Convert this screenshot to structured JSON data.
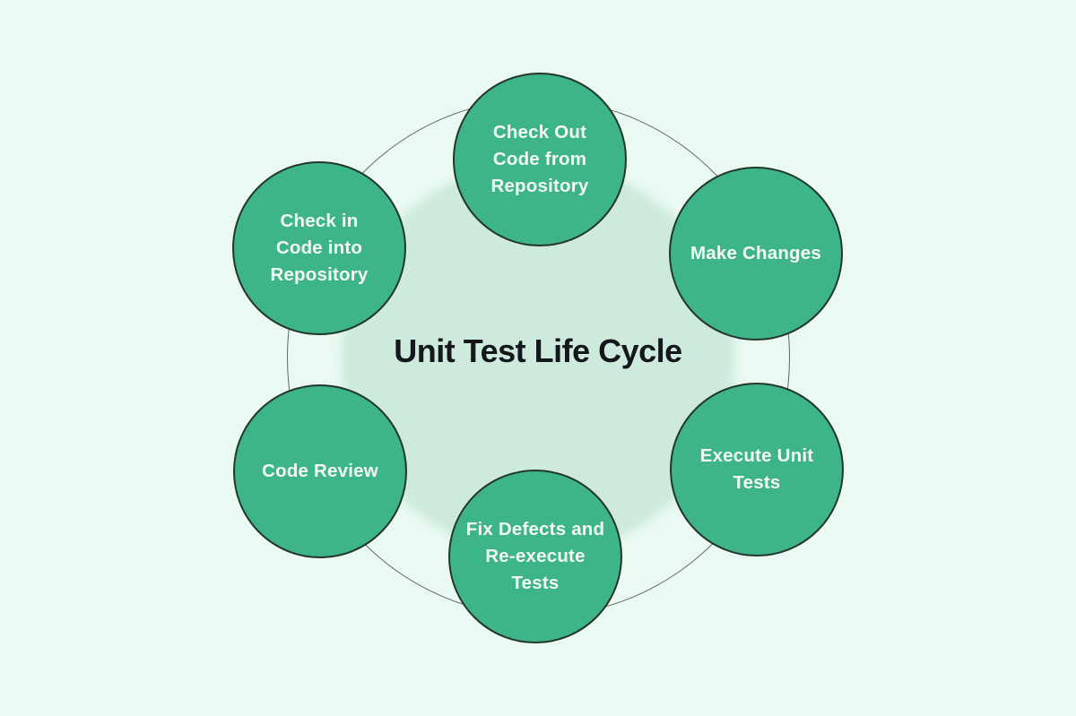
{
  "diagram": {
    "title": "Unit Test Life Cycle",
    "colors": {
      "background": "#eafaf3",
      "center_circle_fill": "#cdeadc",
      "node_fill": "#3eb489",
      "node_border": "#22362d",
      "ring_stroke": "#5f6a64",
      "title_text": "#14181c",
      "node_text": "#f3faf6"
    },
    "nodes": [
      {
        "id": "check-out-code",
        "label": "Check Out Code from Repository",
        "lines": [
          "Check Out",
          "Code from",
          "Repository"
        ]
      },
      {
        "id": "make-changes",
        "label": "Make Changes",
        "lines": [
          "Make Changes"
        ]
      },
      {
        "id": "execute-unit-tests",
        "label": "Execute Unit Tests",
        "lines": [
          "Execute Unit",
          "Tests"
        ]
      },
      {
        "id": "fix-defects",
        "label": "Fix Defects and Re-execute Tests",
        "lines": [
          "Fix Defects and",
          "Re-execute",
          "Tests"
        ]
      },
      {
        "id": "code-review",
        "label": "Code Review",
        "lines": [
          "Code Review"
        ]
      },
      {
        "id": "check-in-code",
        "label": "Check in Code into Repository",
        "lines": [
          "Check in",
          "Code into",
          "Repository"
        ]
      }
    ]
  }
}
